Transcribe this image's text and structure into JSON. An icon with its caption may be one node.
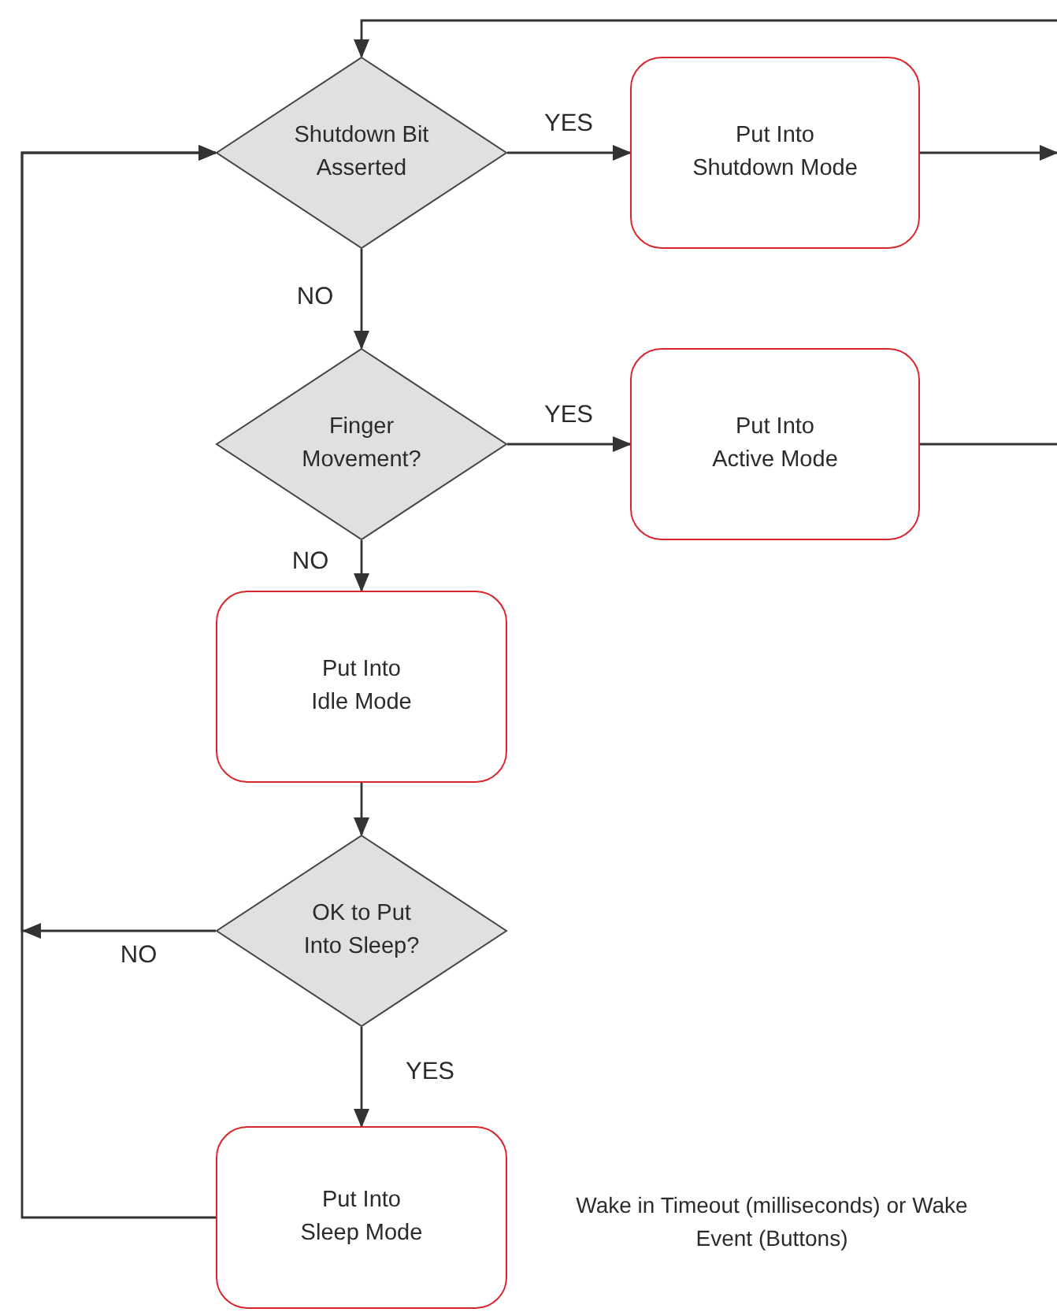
{
  "diagram": {
    "nodes": [
      {
        "text": [
          "Shutdown Bit Asserted"
        ]
      },
      {
        "text": [
          "Put Into Shutdown Mode"
        ]
      },
      {
        "text": [
          "Finger Movement?"
        ]
      },
      {
        "text": [
          "Put Into Active Mode"
        ]
      },
      {
        "text": [
          "Put Into Idle Mode"
        ]
      },
      {
        "text": [
          "OK to Put Into Sleep?"
        ]
      },
      {
        "text": [
          "Put Into Sleep Mode"
        ],
        "beside": [
          "Wake in Timeout (milliseconds) or Wake Event (Buttons)"
        ]
      }
    ],
    "edges": [
      {
        "from": 0,
        "to": 1,
        "arrow": "to",
        "label": "YES"
      },
      {
        "from": 0,
        "to": 2,
        "arrow": "to",
        "label": "NO"
      },
      {
        "from": 2,
        "to": 3,
        "arrow": "to",
        "label": "YES"
      },
      {
        "from": 2,
        "to": 4,
        "arrow": "to",
        "label": "NO"
      },
      {
        "from": 4,
        "to": 5,
        "arrow": "to"
      },
      {
        "from": 5,
        "to": 6,
        "arrow": "to",
        "label": "YES"
      },
      {
        "from": 5,
        "to": 0,
        "arrow": "to",
        "label": "NO"
      },
      {
        "from": 6,
        "to": 0,
        "arrow": "to"
      },
      {
        "from": 1,
        "to": null,
        "arrow": "to"
      },
      {
        "from": 3,
        "to": null,
        "arrow": "none"
      },
      {
        "from": null,
        "to": 0,
        "arrow": "to"
      }
    ]
  }
}
